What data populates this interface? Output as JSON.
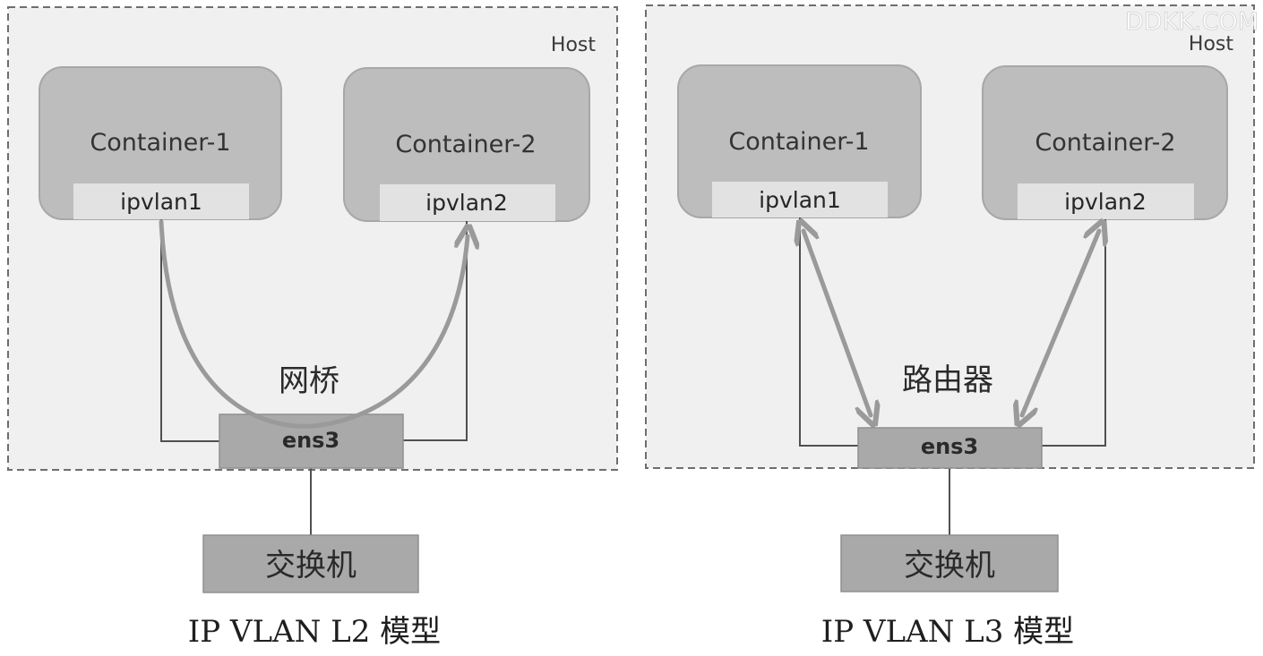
{
  "watermark": "DDKK.COM",
  "left": {
    "host_label": "Host",
    "container1": {
      "name": "Container-1",
      "iface": "ipvlan1"
    },
    "container2": {
      "name": "Container-2",
      "iface": "ipvlan2"
    },
    "middle_label": "网桥",
    "nic_label": "ens3",
    "switch_label": "交换机",
    "caption": "IP VLAN L2 模型"
  },
  "right": {
    "host_label": "Host",
    "container1": {
      "name": "Container-1",
      "iface": "ipvlan1"
    },
    "container2": {
      "name": "Container-2",
      "iface": "ipvlan2"
    },
    "middle_label": "路由器",
    "nic_label": "ens3",
    "switch_label": "交换机",
    "caption": "IP VLAN L3 模型"
  },
  "colors": {
    "host_fill": "#f0f0f0",
    "container_fill": "#bdbdbd",
    "iface_fill": "#e2e2e2",
    "nic_fill": "#a9a9a9",
    "arrow": "#9a9a9a"
  }
}
